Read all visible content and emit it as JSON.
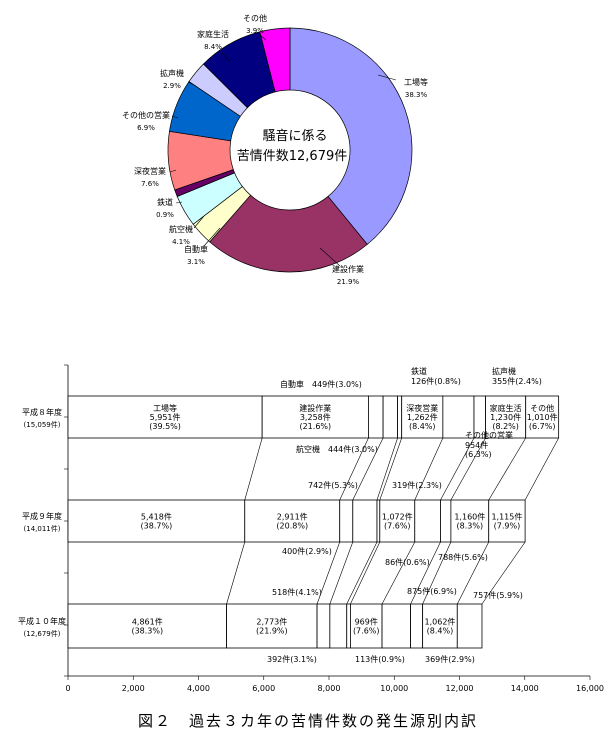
{
  "figure_caption": "図２　過去３カ年の苦情件数の発生源別内訳",
  "colors": {
    "factory": "#9999ff",
    "construction": "#993366",
    "automobile": "#ffffcc",
    "aircraft": "#ccffff",
    "railway": "#660066",
    "latenight": "#ff8080",
    "otherbiz": "#0066cc",
    "loudspeaker": "#ccccff",
    "household": "#000080",
    "other": "#ff00ff"
  },
  "chart_data": [
    {
      "type": "pie",
      "center_text": [
        "騒音に係る",
        "苦情件数12,679件"
      ],
      "slices": [
        {
          "key": "factory",
          "name": "工場等",
          "value": 38.3,
          "pct_label": "38.3%",
          "color": "#9999ff"
        },
        {
          "key": "construction",
          "name": "建設作業",
          "value": 21.9,
          "pct_label": "21.9%",
          "color": "#993366"
        },
        {
          "key": "automobile",
          "name": "自動車",
          "value": 3.1,
          "pct_label": "3.1%",
          "color": "#ffffcc"
        },
        {
          "key": "aircraft",
          "name": "航空機",
          "value": 4.1,
          "pct_label": "4.1%",
          "color": "#ccffff"
        },
        {
          "key": "railway",
          "name": "鉄道",
          "value": 0.9,
          "pct_label": "0.9%",
          "color": "#660066"
        },
        {
          "key": "latenight",
          "name": "深夜営業",
          "value": 7.6,
          "pct_label": "7.6%",
          "color": "#ff8080"
        },
        {
          "key": "otherbiz",
          "name": "その他の営業",
          "value": 6.9,
          "pct_label": "6.9%",
          "color": "#0066cc"
        },
        {
          "key": "loudspeaker",
          "name": "拡声機",
          "value": 2.9,
          "pct_label": "2.9%",
          "color": "#ccccff"
        },
        {
          "key": "household",
          "name": "家庭生活",
          "value": 8.4,
          "pct_label": "8.4%",
          "color": "#000080"
        },
        {
          "key": "other",
          "name": "その他",
          "value": 3.9,
          "pct_label": "3.9%",
          "color": "#ff00ff"
        }
      ]
    },
    {
      "type": "bar",
      "orientation": "horizontal",
      "stacked": true,
      "xlim": [
        0,
        16000
      ],
      "x_ticks": [
        "0",
        "2,000",
        "4,000",
        "6,000",
        "8,000",
        "10,000",
        "12,000",
        "14,000",
        "16,000"
      ],
      "categories": [
        {
          "year": "平成８年度",
          "total": "(15,059件)"
        },
        {
          "year": "平成９年度",
          "total": "(14,011件)"
        },
        {
          "year": "平成１０年度",
          "total": "(12,679件)"
        }
      ],
      "series": [
        {
          "key": "factory",
          "name": "工場等",
          "values": [
            5951,
            5418,
            4861
          ],
          "labels": [
            "5,951件\n(39.5%)",
            "5,418件\n(38.7%)",
            "4,861件\n(38.3%)"
          ]
        },
        {
          "key": "construction",
          "name": "建設作業",
          "values": [
            3258,
            2911,
            2773
          ],
          "labels": [
            "3,258件\n(21.6%)",
            "2,911件\n(20.8%)",
            "2,773件\n(21.9%)"
          ]
        },
        {
          "key": "automobile",
          "name": "自動車",
          "values": [
            449,
            400,
            392
          ],
          "labels": [
            "449件(3.0%)",
            "400件(2.9%)",
            "392件(3.1%)"
          ]
        },
        {
          "key": "aircraft",
          "name": "航空機",
          "values": [
            444,
            742,
            518
          ],
          "labels": [
            "444件(3.0%)",
            "742件(5.3%)",
            "518件(4.1%)"
          ]
        },
        {
          "key": "railway",
          "name": "鉄道",
          "values": [
            126,
            86,
            113
          ],
          "labels": [
            "126件(0.8%)",
            "86件(0.6%)",
            "113件(0.9%)"
          ]
        },
        {
          "key": "latenight",
          "name": "深夜営業",
          "values": [
            1262,
            1072,
            969
          ],
          "labels": [
            "1,262件\n(8.4%)",
            "1,072件\n(7.6%)",
            "969件\n(7.6%)"
          ]
        },
        {
          "key": "otherbiz",
          "name": "その他の営業",
          "values": [
            954,
            788,
            875
          ],
          "labels": [
            "954件\n(6.3%)",
            "788件(5.6%)",
            "875件(6.9%)"
          ]
        },
        {
          "key": "loudspeaker",
          "name": "拡声機",
          "values": [
            355,
            319,
            369
          ],
          "labels": [
            "355件(2.4%)",
            "319件(2.3%)",
            "369件(2.9%)"
          ]
        },
        {
          "key": "household",
          "name": "家庭生活",
          "values": [
            1230,
            1160,
            1062
          ],
          "labels": [
            "1,230件\n(8.2%)",
            "1,160件\n(8.3%)",
            "1,062件\n(8.4%)"
          ]
        },
        {
          "key": "other",
          "name": "その他",
          "values": [
            1010,
            1115,
            757
          ],
          "labels": [
            "1,010件\n(6.7%)",
            "1,115件\n(7.9%)",
            "757件(5.9%)"
          ]
        }
      ]
    }
  ]
}
